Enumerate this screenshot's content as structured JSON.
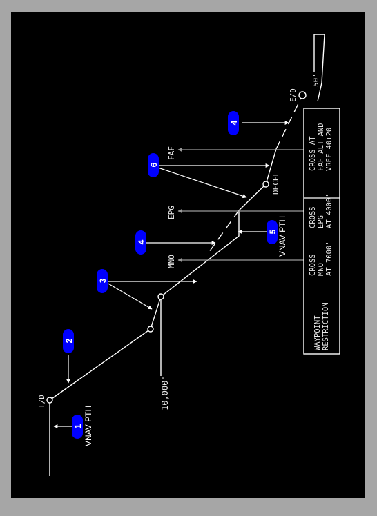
{
  "diagram": {
    "labels": {
      "td": "T/D",
      "ed": "E/D",
      "ten_thousand": "10,000'",
      "fifty": "50'",
      "mno": "MNO",
      "epg": "EPG",
      "faf": "FAF",
      "decel": "DECEL",
      "vnav_pth_1": "VNAV PTH",
      "vnav_pth_5": "VNAV PTH"
    },
    "callouts": [
      "1",
      "2",
      "3",
      "4",
      "5",
      "6"
    ],
    "table": {
      "header": [
        "WAYPOINT",
        "RESTRICTION"
      ],
      "mno": [
        "CROSS",
        "MNO",
        "AT 7000'"
      ],
      "epg": [
        "CROSS",
        "EPG",
        "AT 4000'"
      ],
      "faf": [
        "CROSS AT",
        "FAF ALT AND",
        "VREF 40+20"
      ]
    },
    "colors": {
      "background": "#000000",
      "frame": "#a6a6a6",
      "line": "#ffffff",
      "text": "#e8e8e8",
      "callout": "#0000ff",
      "arrow_gray": "#9a9a9a"
    }
  }
}
